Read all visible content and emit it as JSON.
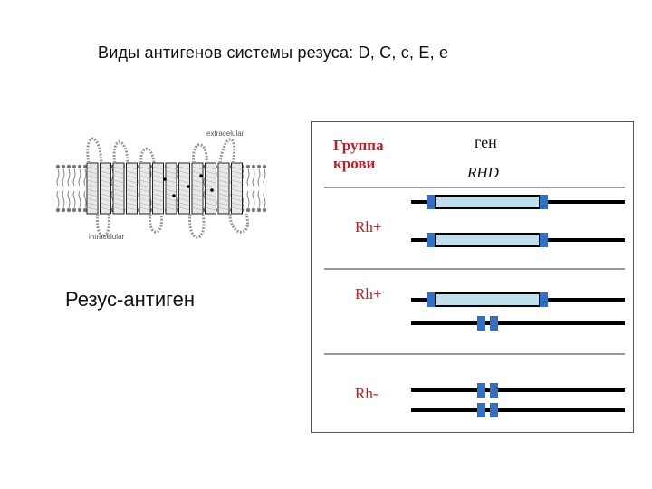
{
  "slide": {
    "title": "Виды антигенов системы резуса: D, C, c, E, e",
    "antigen_label": "Резус-антиген"
  },
  "membrane": {
    "label_top": "extracelular",
    "label_bottom": "intracelular"
  },
  "gene_panel": {
    "header_group": [
      "Группа",
      "крови"
    ],
    "header_gene": "ген",
    "header_rhd": "RHD",
    "rows": [
      {
        "label": "Rh+",
        "genes": [
          true,
          true
        ]
      },
      {
        "label": "Rh+",
        "genes": [
          true,
          false
        ]
      },
      {
        "label": "Rh-",
        "genes": [
          false,
          false
        ]
      }
    ]
  },
  "colors": {
    "accent_red": "#b8212a",
    "gene_fill": "#bfe0ea",
    "marker_blue": "#2f6fc7"
  }
}
